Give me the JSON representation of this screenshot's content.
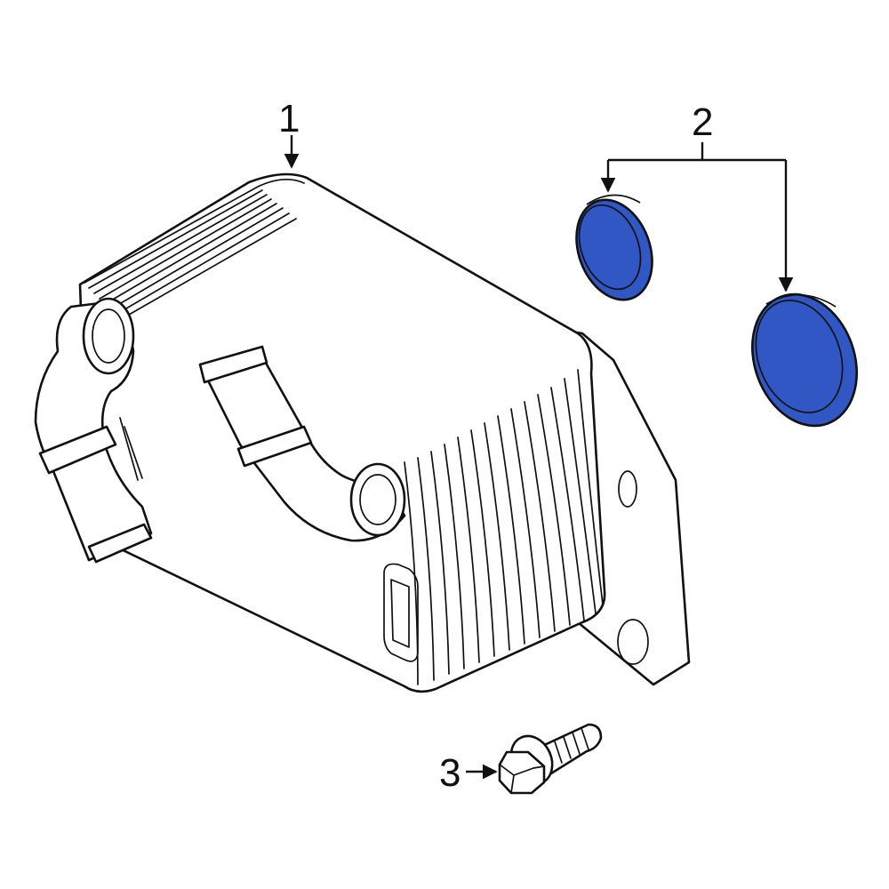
{
  "callouts": [
    {
      "id": "oil-cooler",
      "label": "1"
    },
    {
      "id": "seal-caps",
      "label": "2"
    },
    {
      "id": "bolt",
      "label": "3"
    }
  ],
  "colors": {
    "highlight_fill": "#3157c4",
    "highlight_stroke": "#111111",
    "line": "#111111",
    "background": "#ffffff"
  }
}
